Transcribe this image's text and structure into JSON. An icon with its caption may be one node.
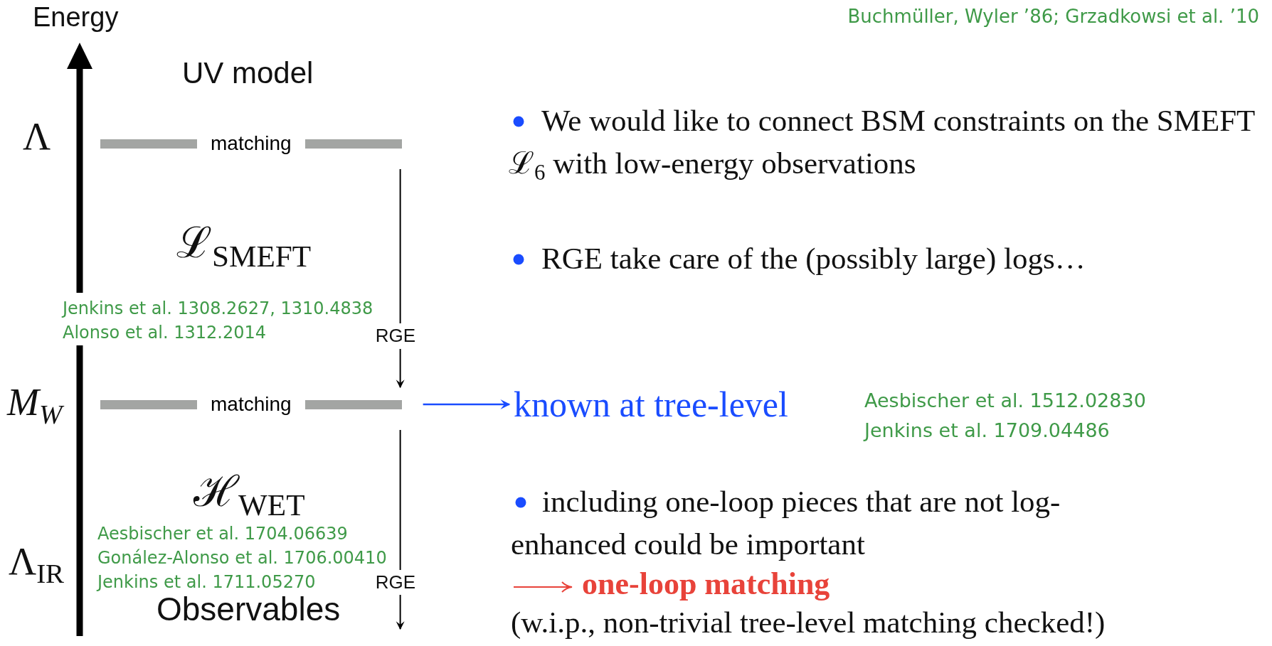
{
  "diagram": {
    "nodes": [
      {
        "text": [
          "matching"
        ]
      },
      {
        "text": [
          "matching"
        ]
      },
      {
        "text": [
          "known at tree-level"
        ]
      }
    ],
    "edges": [
      {
        "from": 0,
        "to": 1,
        "arrow": "to",
        "label": "RGE"
      },
      {
        "from": 1,
        "to": null,
        "arrow": "to",
        "label": "RGE"
      },
      {
        "from": 1,
        "to": 2,
        "arrow": "to",
        "color": "#1a4cff"
      }
    ],
    "labels": [
      "Energy",
      "Buchmüller, Wyler ’86; Grzadkowsi et al. ’10",
      "UV model",
      "Λ",
      "We would like to connect BSM constraints on the SMEFT ℒ$_{6}$ with low-energy observations",
      "ℒ$_{SMEFT}$",
      "RGE take care of the (possibly large) logs…",
      "Jenkins et al. 1308.2627, 1310.4838",
      "Alonso et al. 1312.2014",
      "M$_{W}$",
      "Aesbischer et al. 1512.02830",
      "Jenkins et al. 1709.04486",
      "ℋ$_{WET}$",
      "including one-loop pieces that are not log-enhanced could be important",
      "Aesbischer et al. 1704.06639",
      "Gonález-Alonso et al. 1706.00410",
      "Jenkins et al. 1711.05270",
      "Λ$_{IR}$",
      "one-loop matching",
      "Observables",
      "(w.i.p., non-trivial tree-level matching checked!)"
    ]
  }
}
